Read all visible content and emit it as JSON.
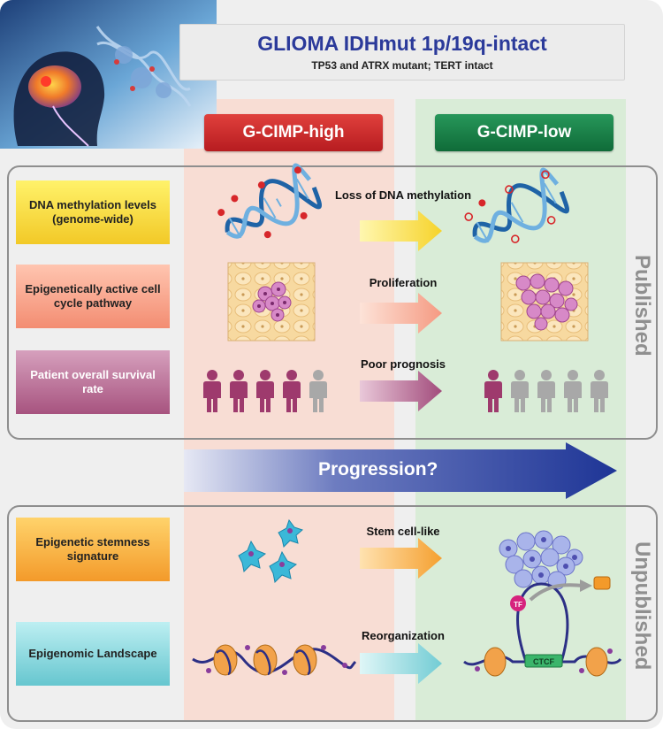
{
  "title": {
    "main": "GLIOMA IDHmut 1p/19q-intact",
    "subtitle": "TP53 and ATRX mutant; TERT intact"
  },
  "groups": {
    "high": "G-CIMP-high",
    "low": "G-CIMP-low"
  },
  "sections": {
    "published": "Published",
    "unpublished": "Unpublished"
  },
  "progression": "Progression?",
  "rows": [
    {
      "label": "DNA methylation levels (genome-wide)",
      "change": "Loss of DNA methylation",
      "color": "#f4cf2e"
    },
    {
      "label": "Epigenetically active cell cycle pathway",
      "change": "Proliferation",
      "color": "#f5957c"
    },
    {
      "label": "Patient overall survival rate",
      "change": "Poor prognosis",
      "color": "#a9507e"
    },
    {
      "label": "Epigenetic stemness signature",
      "change": "Stem cell-like",
      "color": "#f5a030"
    },
    {
      "label": "Epigenomic Landscape",
      "change": "Reorganization",
      "color": "#7ccfd6"
    }
  ],
  "survival": {
    "high_alive": 4,
    "high_total": 5,
    "low_alive": 1,
    "low_total": 5
  },
  "chromatin_labels": {
    "tf": "TF",
    "ctcf": "CTCF"
  },
  "colors": {
    "title": "#2b3a9a",
    "high": "#c8252a",
    "low": "#1a7d45",
    "progression_arrow": "#22379a",
    "person_alive": "#9e3a6d",
    "person_dead": "#a8a8a8"
  }
}
